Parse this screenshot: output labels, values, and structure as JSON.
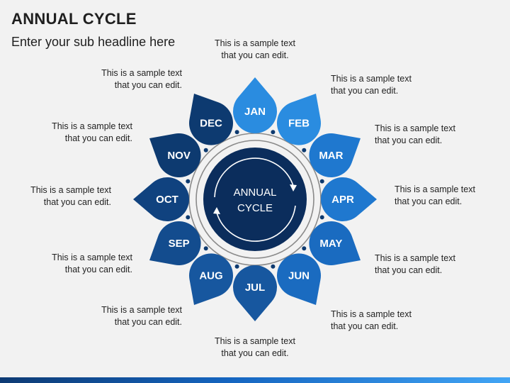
{
  "header": {
    "title": "ANNUAL CYCLE",
    "subtitle": "Enter your sub headline here"
  },
  "center": {
    "line1": "ANNUAL",
    "line2": "CYCLE"
  },
  "months": [
    {
      "label": "JAN",
      "color": "#2a8ce0"
    },
    {
      "label": "FEB",
      "color": "#2a8ce0"
    },
    {
      "label": "MAR",
      "color": "#1f78cf"
    },
    {
      "label": "APR",
      "color": "#1f78cf"
    },
    {
      "label": "MAY",
      "color": "#1a6bc0"
    },
    {
      "label": "JUN",
      "color": "#1a6bc0"
    },
    {
      "label": "JUL",
      "color": "#17579f"
    },
    {
      "label": "AUG",
      "color": "#17579f"
    },
    {
      "label": "SEP",
      "color": "#134c8e"
    },
    {
      "label": "OCT",
      "color": "#10427f"
    },
    {
      "label": "NOV",
      "color": "#0d3a70"
    },
    {
      "label": "DEC",
      "color": "#0d3a70"
    }
  ],
  "captions": [
    {
      "line1": "This is a sample text",
      "line2": "that you can edit."
    },
    {
      "line1": "This is a sample text",
      "line2": "that you can edit."
    },
    {
      "line1": "This is a sample text",
      "line2": "that you can edit."
    },
    {
      "line1": "This is a sample text",
      "line2": "that you can edit."
    },
    {
      "line1": "This is a sample text",
      "line2": "that you can edit."
    },
    {
      "line1": "This is a sample text",
      "line2": "that you can edit."
    },
    {
      "line1": "This is a sample text",
      "line2": "that you can edit."
    },
    {
      "line1": "This is a sample text",
      "line2": "that you can edit."
    },
    {
      "line1": "This is a sample text",
      "line2": "that you can edit."
    },
    {
      "line1": "This is a sample text",
      "line2": "that you can edit."
    },
    {
      "line1": "This is a sample text",
      "line2": "that you can edit."
    },
    {
      "line1": "This is a sample text",
      "line2": "that you can edit."
    }
  ],
  "colors": {
    "center_fill": "#0b2d5c",
    "ring_stroke": "#8a8a8a",
    "connector": "#0d3a70"
  }
}
